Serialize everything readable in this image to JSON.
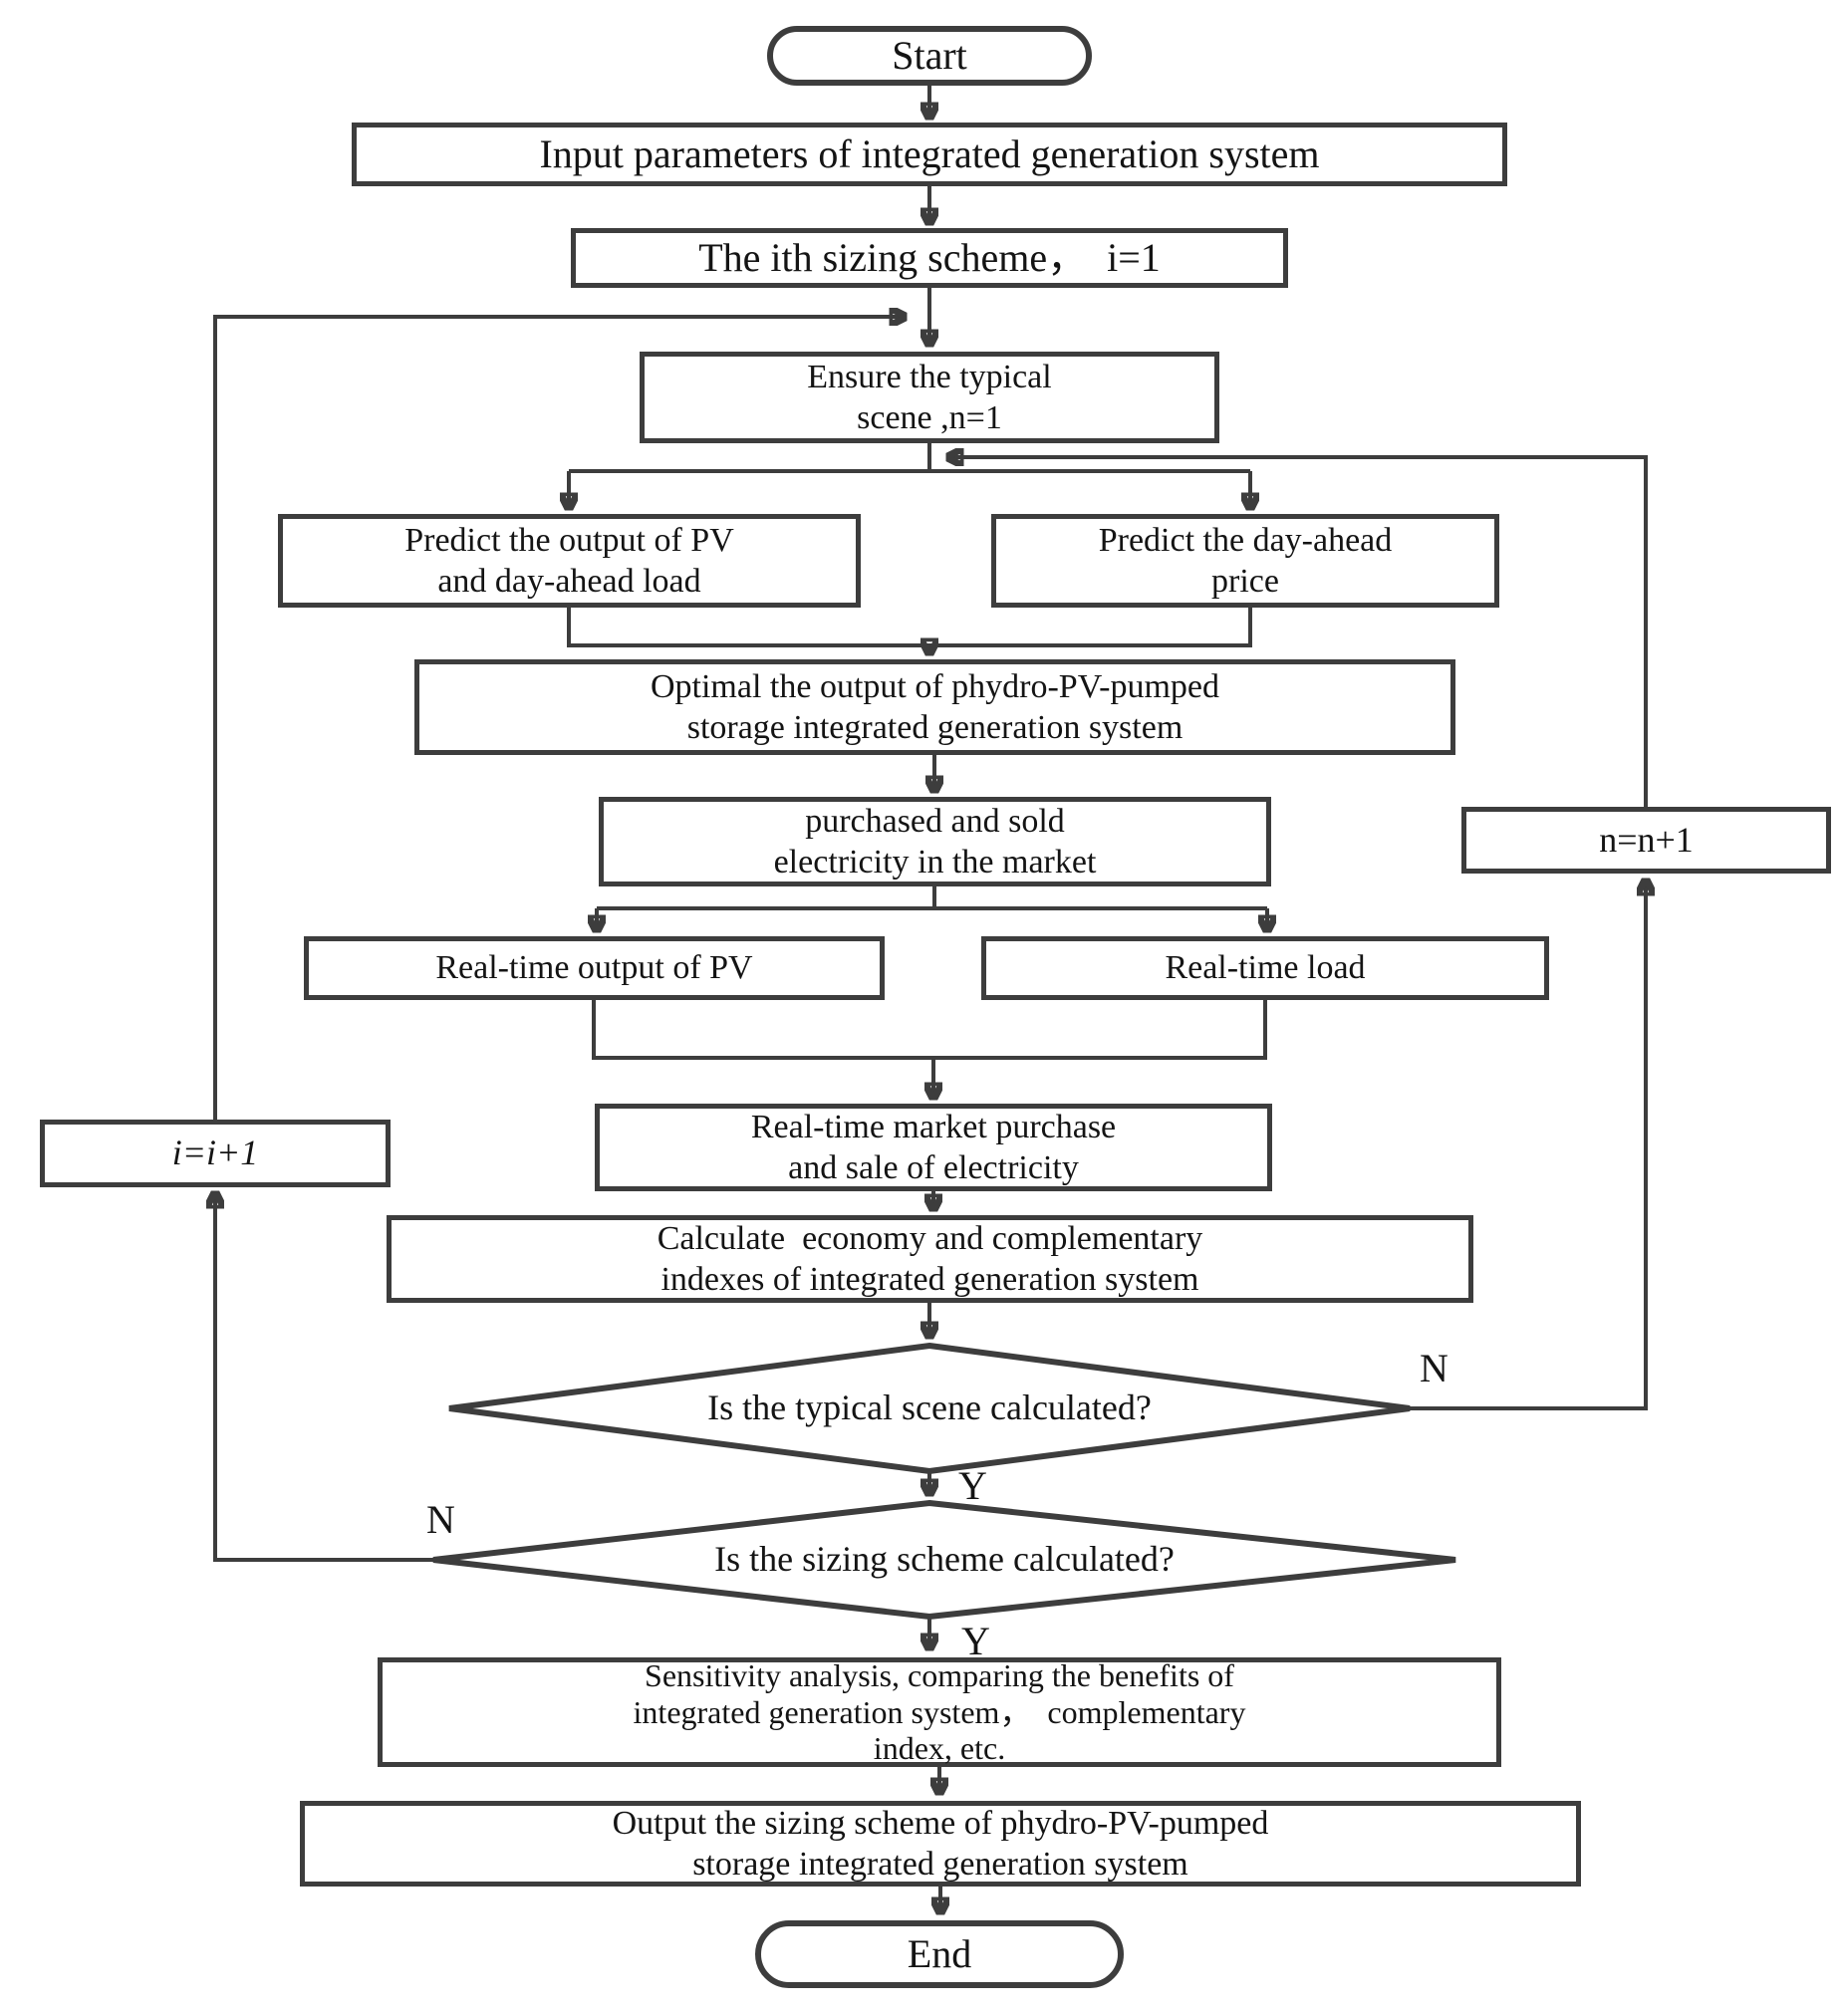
{
  "title": "Sizing scheme flowchart",
  "colors": {
    "line": "#3d3d3d",
    "text": "#141414",
    "background": "#ffffff"
  },
  "nodes": {
    "start": {
      "label": "Start"
    },
    "input": {
      "label": "Input parameters of integrated generation system"
    },
    "scheme": {
      "label": "The ith sizing scheme， i=1"
    },
    "ensure": {
      "label": "Ensure the typical\nscene ,n=1"
    },
    "predict_pv": {
      "label": "Predict the output of PV\nand day-ahead load"
    },
    "predict_price": {
      "label": "Predict the day-ahead\nprice"
    },
    "optimal": {
      "label": "Optimal the output of phydro-PV-pumped\nstorage integrated generation system"
    },
    "purchased": {
      "label": "purchased and sold\nelectricity in the market"
    },
    "rt_pv": {
      "label": "Real-time output of PV"
    },
    "rt_load": {
      "label": "Real-time load"
    },
    "rt_market": {
      "label": "Real-time market purchase\nand sale of electricity"
    },
    "calculate": {
      "label": "Calculate economy and complementary\nindexes of integrated generation system"
    },
    "decision_typical": {
      "label": "Is the typical scene calculated?"
    },
    "decision_sizing": {
      "label": "Is the sizing scheme calculated?"
    },
    "sensitivity": {
      "label": "Sensitivity analysis, comparing the benefits of\nintegrated generation system， complementary\nindex, etc."
    },
    "output": {
      "label": "Output the sizing scheme of phydro-PV-pumped\nstorage integrated generation system"
    },
    "end": {
      "label": "End"
    },
    "i_increment": {
      "label": "i=i+1"
    },
    "n_increment": {
      "label": "n=n+1"
    }
  },
  "edge_labels": {
    "typical_no": "N",
    "typical_yes": "Y",
    "sizing_no": "N",
    "sizing_yes": "Y"
  }
}
